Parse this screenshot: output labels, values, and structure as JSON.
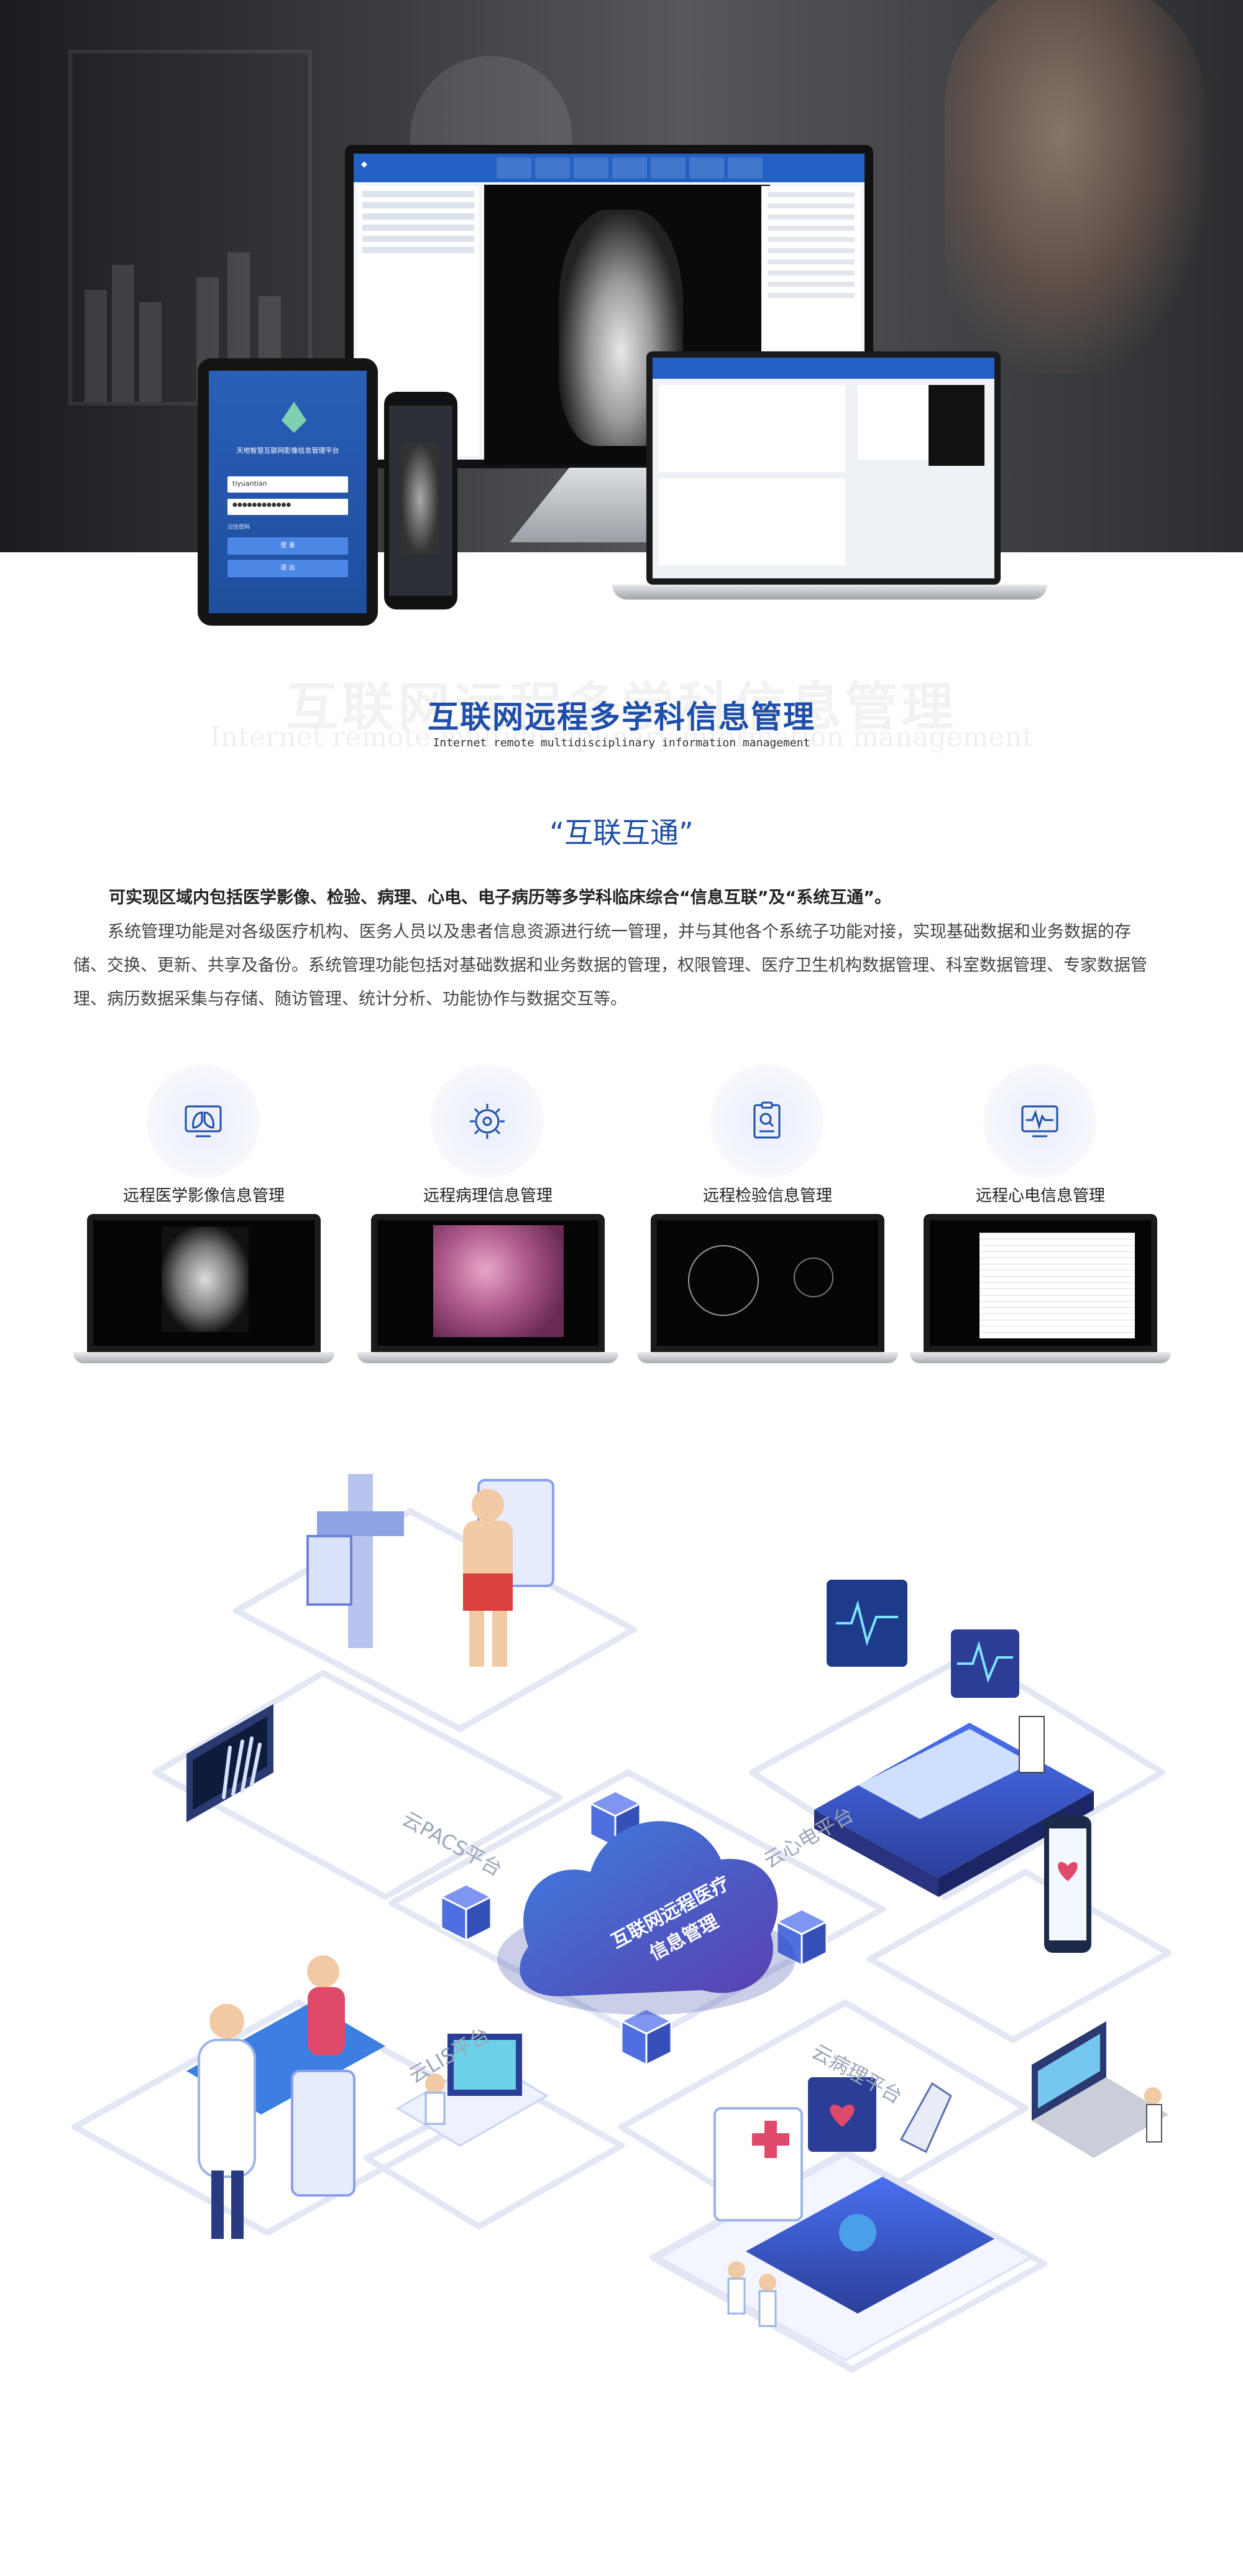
{
  "hero": {
    "tablet": {
      "app_title": "天地智慧互联网影像信息管理平台",
      "username": "tiyuantian",
      "password": "●●●●●●●●●●●●",
      "remember": "记住密码",
      "login": "登 录",
      "exit": "退 出"
    }
  },
  "heading": {
    "bg_title": "互联网远程多学科信息管理",
    "bg_subtitle": "Internet remote multidisciplinary information management",
    "title": "互联网远程多学科信息管理",
    "subtitle": "Internet remote multidisciplinary information management",
    "quote": "“互联互通”"
  },
  "intro": {
    "lead": "可实现区域内包括医学影像、检验、病理、心电、电子病历等多学科临床综合“信息互联”及“系统互通”。",
    "body": "系统管理功能是对各级医疗机构、医务人员以及患者信息资源进行统一管理，并与其他各个系统子功能对接，实现基础数据和业务数据的存储、交换、更新、共享及备份。系统管理功能包括对基础数据和业务数据的管理，权限管理、医疗卫生机构数据管理、科室数据管理、专家数据管理、病历数据采集与存储、随访管理、统计分析、功能协作与数据交互等。"
  },
  "modules": [
    {
      "label": "远程医学影像信息管理",
      "icon": "lungs-icon"
    },
    {
      "label": "远程病理信息管理",
      "icon": "virus-gear-icon"
    },
    {
      "label": "远程检验信息管理",
      "icon": "lab-report-icon"
    },
    {
      "label": "远程心电信息管理",
      "icon": "ecg-monitor-icon"
    }
  ],
  "diagram": {
    "center": "互联网远程医疗信息管理",
    "center_line1": "互联网远程医疗",
    "center_line2": "信息管理",
    "platforms": {
      "pacs": "云PACS平台",
      "ecg": "云心电平台",
      "lis": "云LIS平台",
      "pathology": "云病理平台"
    }
  },
  "colors": {
    "primary": "#1f4ea8",
    "hero_dark": "#2b2c30",
    "diagram_purple": "#5a3fb0",
    "diagram_blue": "#3c7fe0"
  }
}
